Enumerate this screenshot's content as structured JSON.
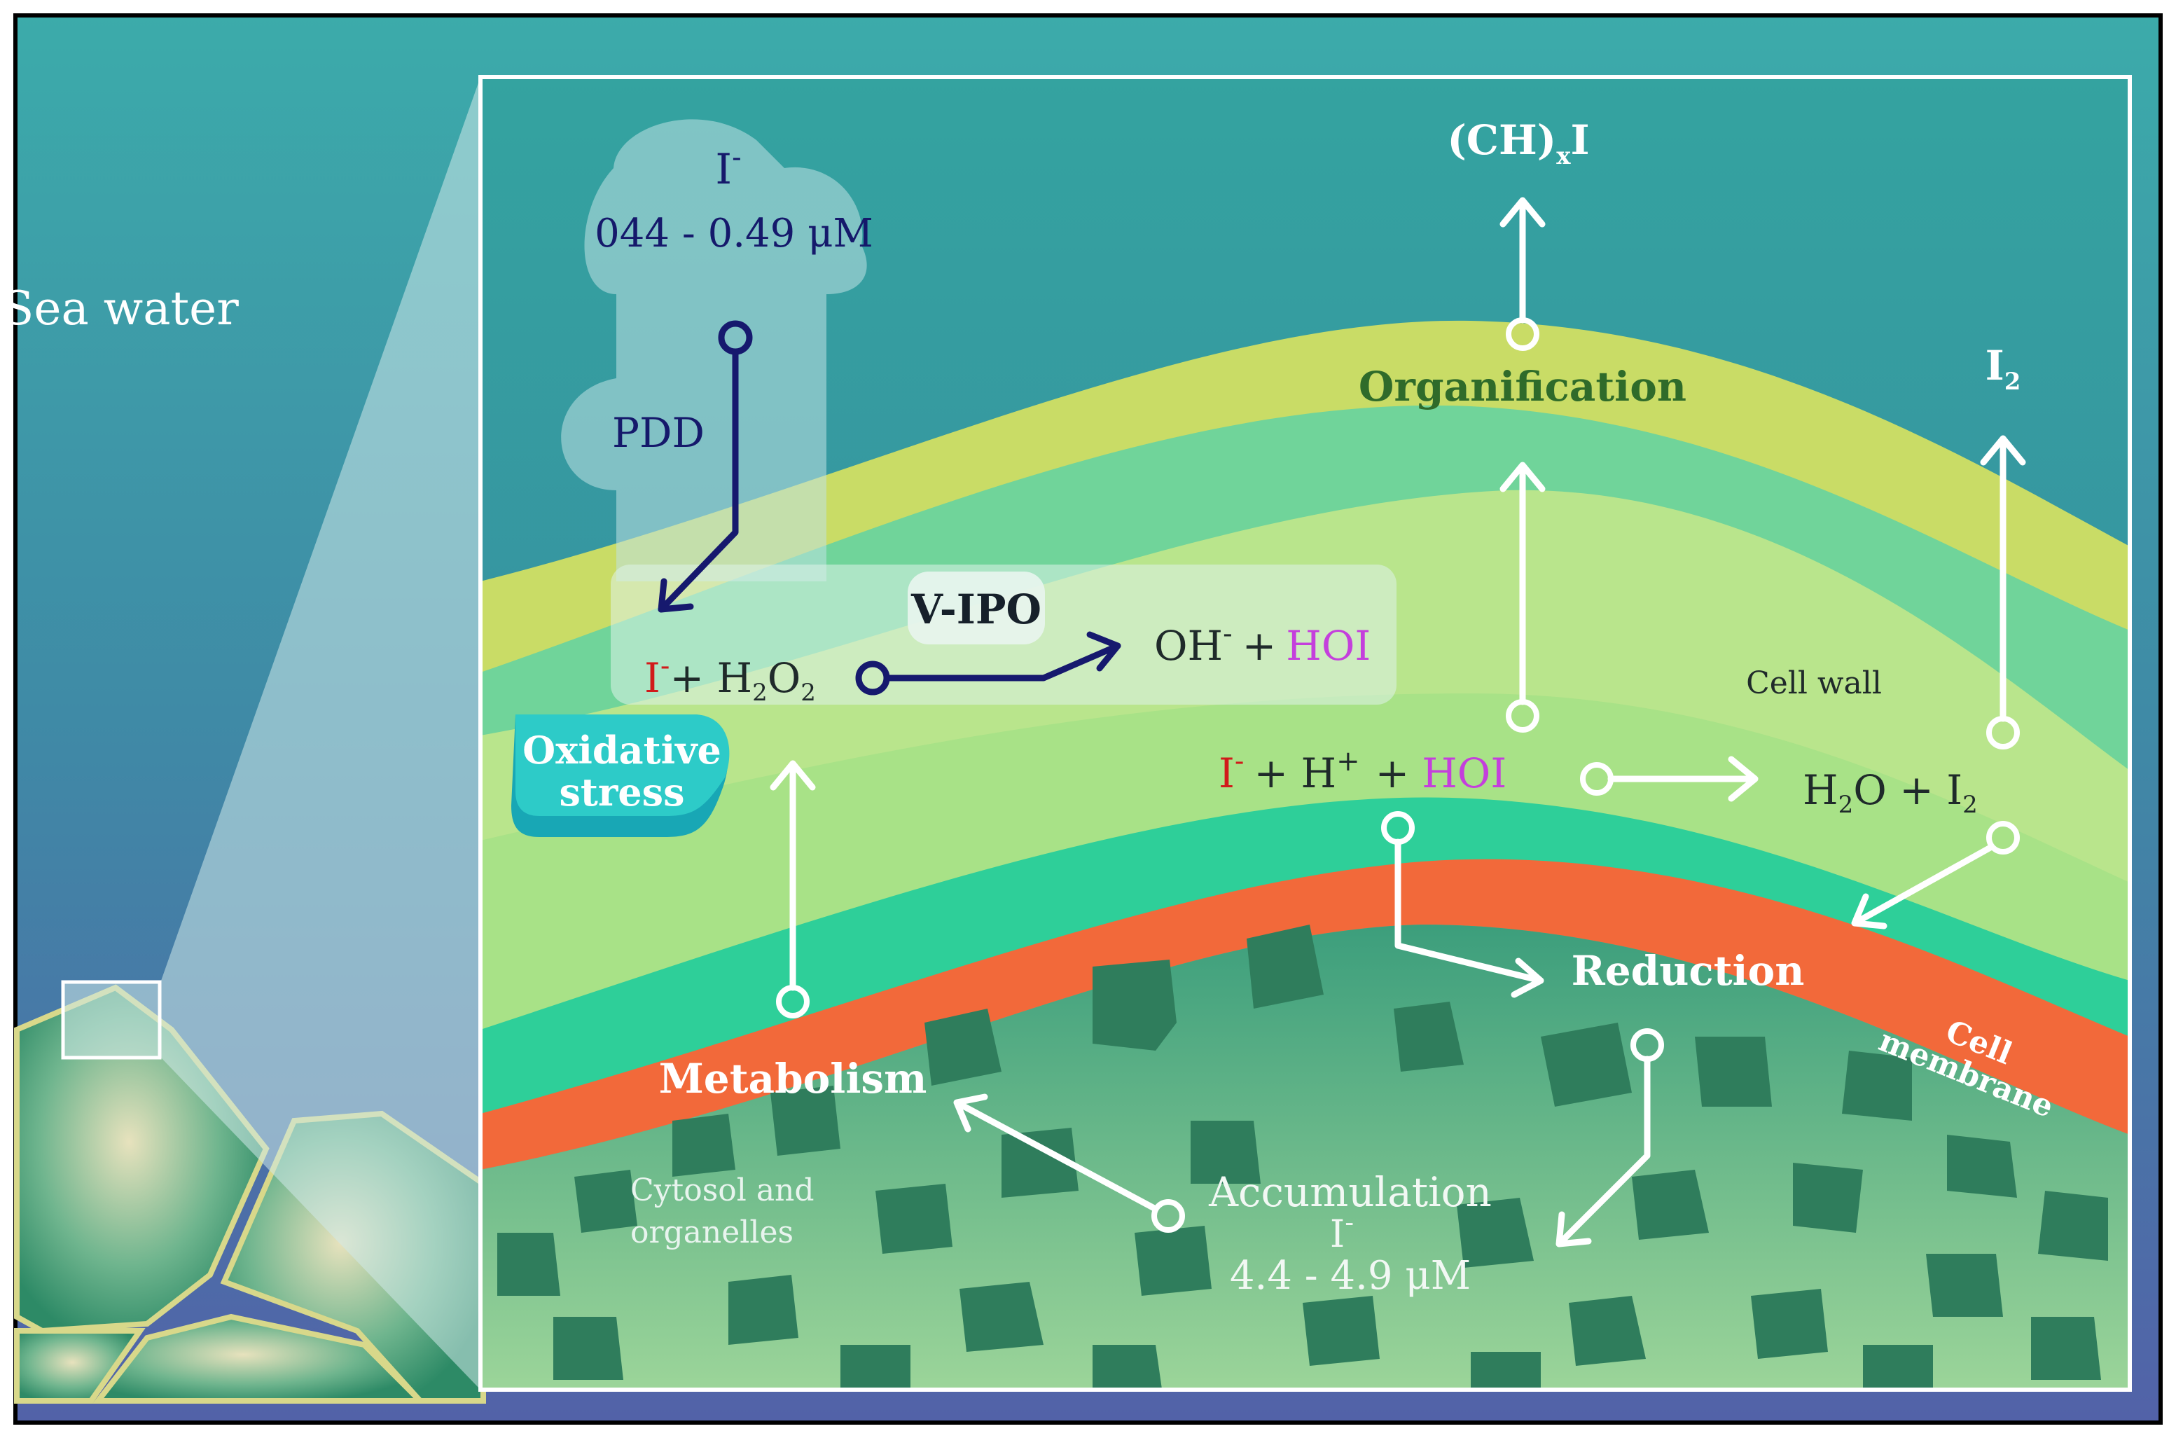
{
  "labels": {
    "sea_water": "Sea water",
    "iodide_symbol": "I",
    "charge": "-",
    "seawater_concentration": "044 - 0.49 μM",
    "pdd": "PDD",
    "v_ipo": "V-IPO",
    "h2o2_part1": "+ H",
    "h2o2_sub1": "2",
    "h2o2_part2": "O",
    "h2o2_sub2": "2",
    "oh": "OH",
    "plus": "+",
    "hoi": "HOI",
    "oxidative_line1": "Oxidative",
    "oxidative_line2": "stress",
    "ch_formula": "(CH)",
    "ch_sub": "x",
    "ch_i": "I",
    "organification": "Organification",
    "i2_symbol": "I",
    "i2_sub": "2",
    "cell_wall": "Cell wall",
    "h_plus": "+ H",
    "plus_charge": "+",
    "water_part1": "H",
    "water_sub": "2",
    "water_part2": "O + I",
    "water_sub2": "2",
    "reduction": "Reduction",
    "cell_membrane_line1": "Cell",
    "cell_membrane_line2": "membrane",
    "metabolism": "Metabolism",
    "cytosol_line1": "Cytosol and",
    "cytosol_line2": "organelles",
    "accumulation": "Accumulation",
    "accumulation_concentration": "4.4 - 4.9 μM"
  },
  "colors": {
    "seawater_top": "#3aa9a6",
    "seawater_bottom": "#4f63a8",
    "cell_wall_yellow": "#cbe06a",
    "cell_wall_green": "#4fd89a",
    "cell_membrane": "#f26a3a",
    "cytosol": "#5db58a",
    "organelle": "#2f7e5c",
    "arrow_navy": "#16196e",
    "iodide_red": "#d11a1a",
    "hoi_magenta": "#c43fdc"
  }
}
